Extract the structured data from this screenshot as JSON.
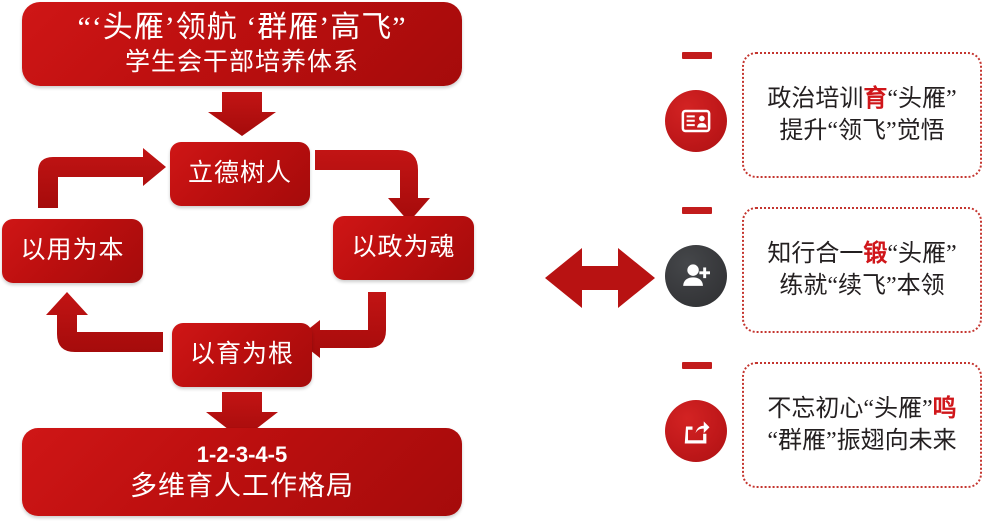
{
  "theme": {
    "primary_red": "#bc0f0f",
    "accent_red": "#d0161a",
    "dark_circle": "#38393c",
    "text_dark": "#231f20",
    "white": "#ffffff"
  },
  "title_box": {
    "line1": "“‘头雁’领航 ‘群雁’高飞”",
    "line2": "学生会干部培养体系"
  },
  "cycle": {
    "top": "立德树人",
    "right": "以政为魂",
    "bottom": "以育为根",
    "left": "以用为本",
    "arrows": [
      {
        "name": "arrow-left-to-top",
        "direction": "right"
      },
      {
        "name": "arrow-top-to-right",
        "direction": "down"
      },
      {
        "name": "arrow-right-to-bottom",
        "direction": "left"
      },
      {
        "name": "arrow-bottom-to-left",
        "direction": "up"
      }
    ]
  },
  "connector_top": {
    "name": "arrow-title-to-cycle",
    "direction": "down"
  },
  "connector_bottom": {
    "name": "arrow-cycle-to-summary",
    "direction": "down"
  },
  "summary_box": {
    "line1": "1-2-3-4-5",
    "line2": "多维育人工作格局"
  },
  "center_connector": {
    "name": "double-arrow",
    "label": "⟷"
  },
  "cards": [
    {
      "icon": "id-card-icon",
      "icon_style": "red",
      "line1_pre": "政治培训",
      "line1_highlight": "育",
      "line1_post": "“头雁”",
      "line2": "提升“领飞”觉悟"
    },
    {
      "icon": "add-user-icon",
      "icon_style": "dark",
      "line1_pre": "知行合一",
      "line1_highlight": "锻",
      "line1_post": "“头雁”",
      "line2": "练就“续飞”本领"
    },
    {
      "icon": "share-icon",
      "icon_style": "red",
      "line1_pre": "不忘初心“头雁”",
      "line1_highlight": "鸣",
      "line1_post": "",
      "line2": "“群雁”振翅向未来"
    }
  ]
}
